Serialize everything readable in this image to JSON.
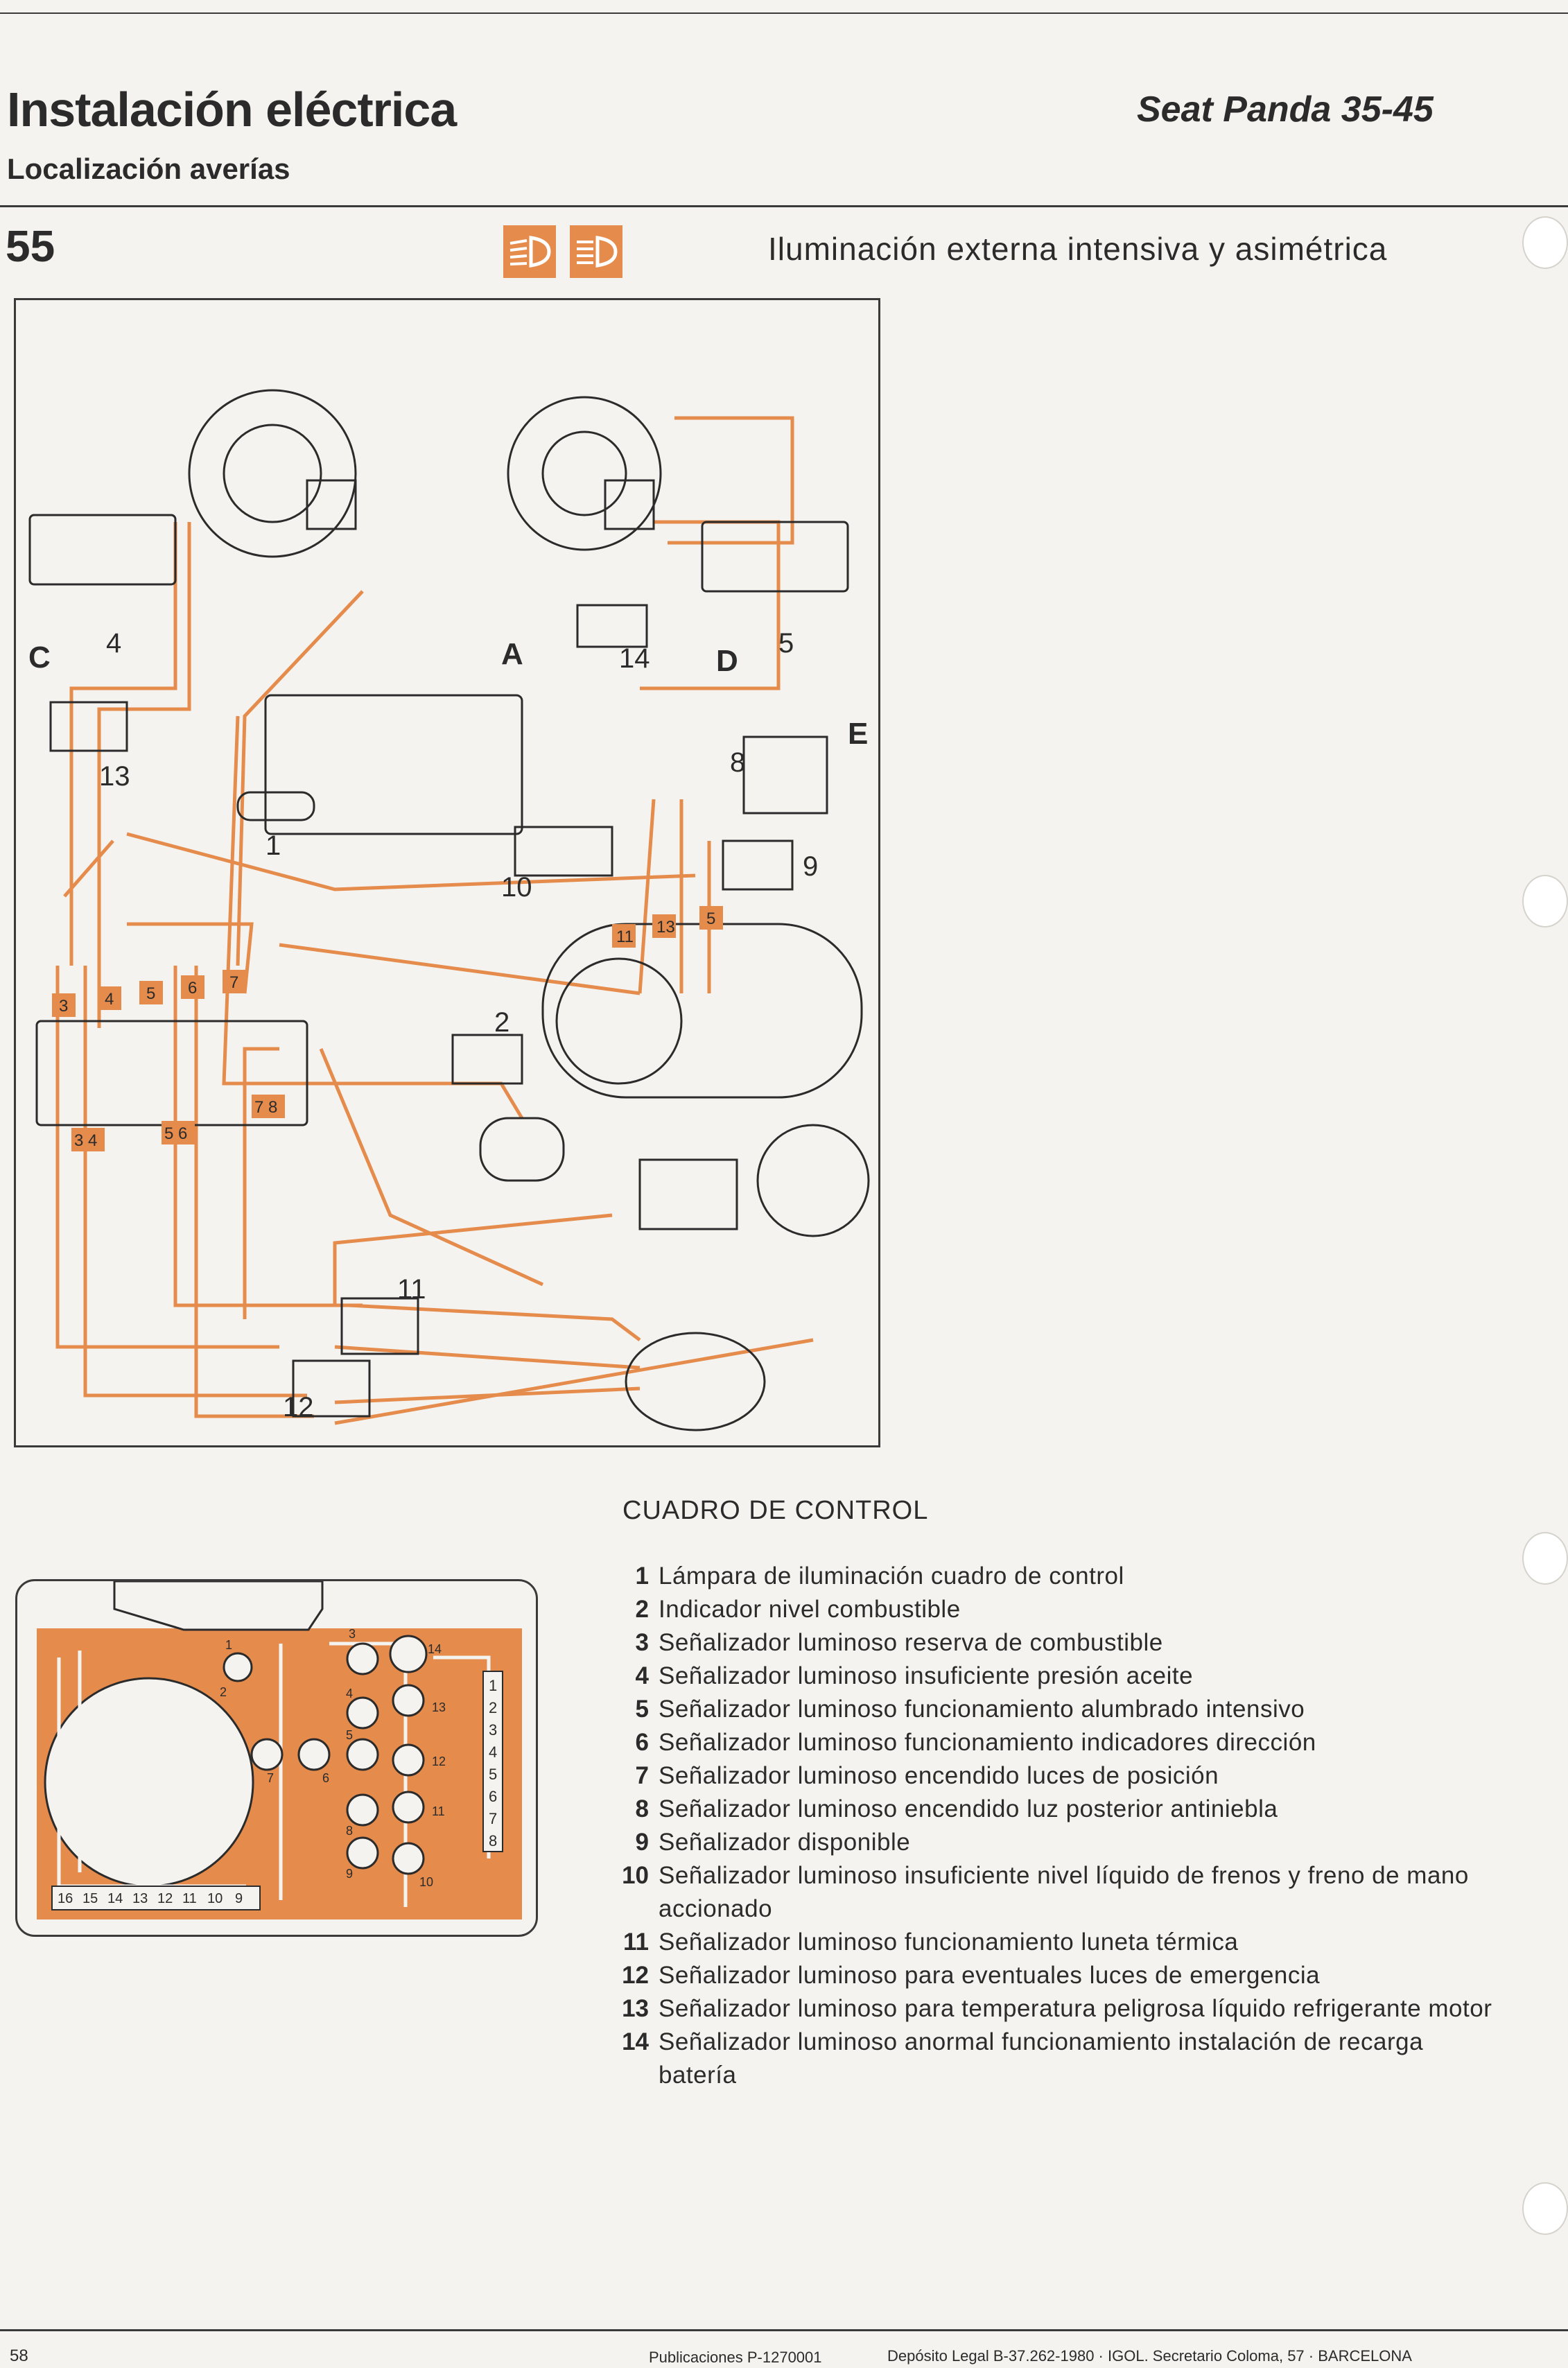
{
  "header": {
    "title": "Instalación eléctrica",
    "subtitle": "Localización averías",
    "brand": "Seat Panda 35-45",
    "page_number": "55",
    "section_title": "Iluminación externa intensiva y asimétrica"
  },
  "icons": [
    "headlamp-high-beam-icon",
    "headlamp-low-beam-icon"
  ],
  "colors": {
    "wire": "#e58b4c",
    "ink": "#2b2b2b",
    "paper": "#f4f3ef"
  },
  "diagram": {
    "labels": [
      "C",
      "4",
      "A",
      "14",
      "D",
      "5",
      "13",
      "8",
      "E",
      "1",
      "10",
      "9",
      "11",
      "13",
      "5",
      "3",
      "4",
      "5",
      "6",
      "7",
      "2",
      "3",
      "4",
      "5",
      "6",
      "7",
      "8",
      "11",
      "12"
    ]
  },
  "panel": {
    "bulb_labels": [
      "1",
      "2",
      "3",
      "4",
      "5",
      "6",
      "7",
      "8",
      "9",
      "10",
      "11",
      "12",
      "13",
      "14"
    ],
    "right_pins": [
      "1",
      "2",
      "3",
      "4",
      "5",
      "6",
      "7",
      "8"
    ],
    "bottom_pins": [
      "16",
      "15",
      "14",
      "13",
      "12",
      "11",
      "10",
      "9"
    ]
  },
  "legend": {
    "heading": "CUADRO DE CONTROL",
    "items": [
      {
        "n": "1",
        "text": "Lámpara de iluminación cuadro de control"
      },
      {
        "n": "2",
        "text": "Indicador nivel combustible"
      },
      {
        "n": "3",
        "text": "Señalizador luminoso reserva de combustible"
      },
      {
        "n": "4",
        "text": "Señalizador luminoso insuficiente presión aceite"
      },
      {
        "n": "5",
        "text": "Señalizador luminoso funcionamiento alumbrado intensivo"
      },
      {
        "n": "6",
        "text": "Señalizador luminoso funcionamiento indicadores dirección"
      },
      {
        "n": "7",
        "text": "Señalizador luminoso encendido luces de posición"
      },
      {
        "n": "8",
        "text": "Señalizador luminoso encendido luz posterior antiniebla"
      },
      {
        "n": "9",
        "text": "Señalizador disponible"
      },
      {
        "n": "10",
        "text": "Señalizador luminoso insuficiente nivel líquido de frenos y freno de mano accionado"
      },
      {
        "n": "11",
        "text": "Señalizador luminoso funcionamiento luneta térmica"
      },
      {
        "n": "12",
        "text": "Señalizador luminoso para eventuales luces de emergencia"
      },
      {
        "n": "13",
        "text": "Señalizador luminoso para temperatura peligrosa líquido refrigerante motor"
      },
      {
        "n": "14",
        "text": "Señalizador luminoso anormal funcionamiento instalación de recarga batería"
      }
    ]
  },
  "footer": {
    "page": "58",
    "publication": "Publicaciones P-1270001",
    "legal": "Depósito Legal B-37.262-1980 · IGOL. Secretario Coloma, 57 · BARCELONA"
  }
}
